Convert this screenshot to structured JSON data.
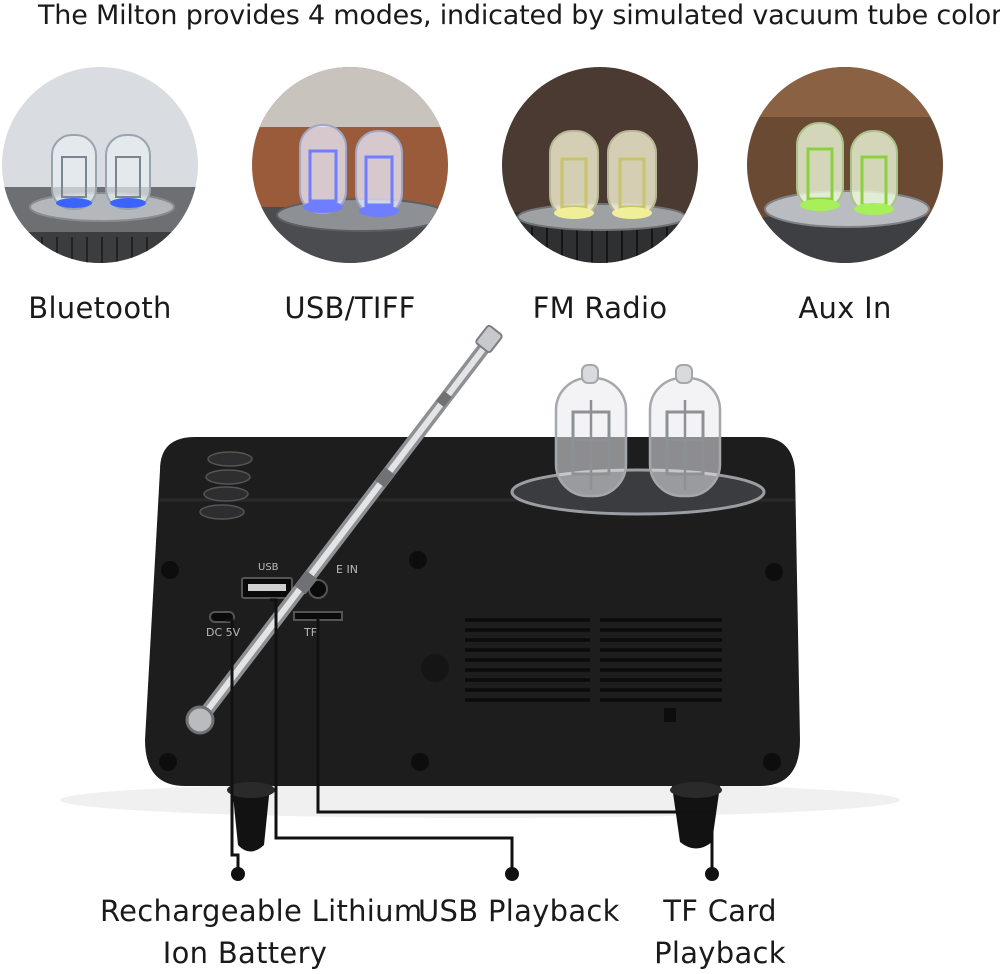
{
  "headline": "The Milton provides 4 modes, indicated by simulated vacuum tube color",
  "modes": [
    {
      "label": "Bluetooth",
      "tube_color": "#3a63ff",
      "bg": "#d9dde2"
    },
    {
      "label": "USB/TIFF",
      "tube_color": "#6f7dff",
      "bg": "#9a5b3b"
    },
    {
      "label": "FM Radio",
      "tube_color": "#f1ee9a",
      "bg": "#4a3a32"
    },
    {
      "label": "Aux In",
      "tube_color": "#a8f05a",
      "bg": "#6b4a33"
    }
  ],
  "ports": {
    "usb": "USB",
    "aux": "E IN",
    "dc": "DC 5V",
    "tf": "TF"
  },
  "callouts": {
    "battery_line1": "Rechargeable Lithium",
    "battery_line2": "Ion Battery",
    "usb": "USB Playback",
    "tf_line1": "TF Card",
    "tf_line2": "Playback"
  }
}
